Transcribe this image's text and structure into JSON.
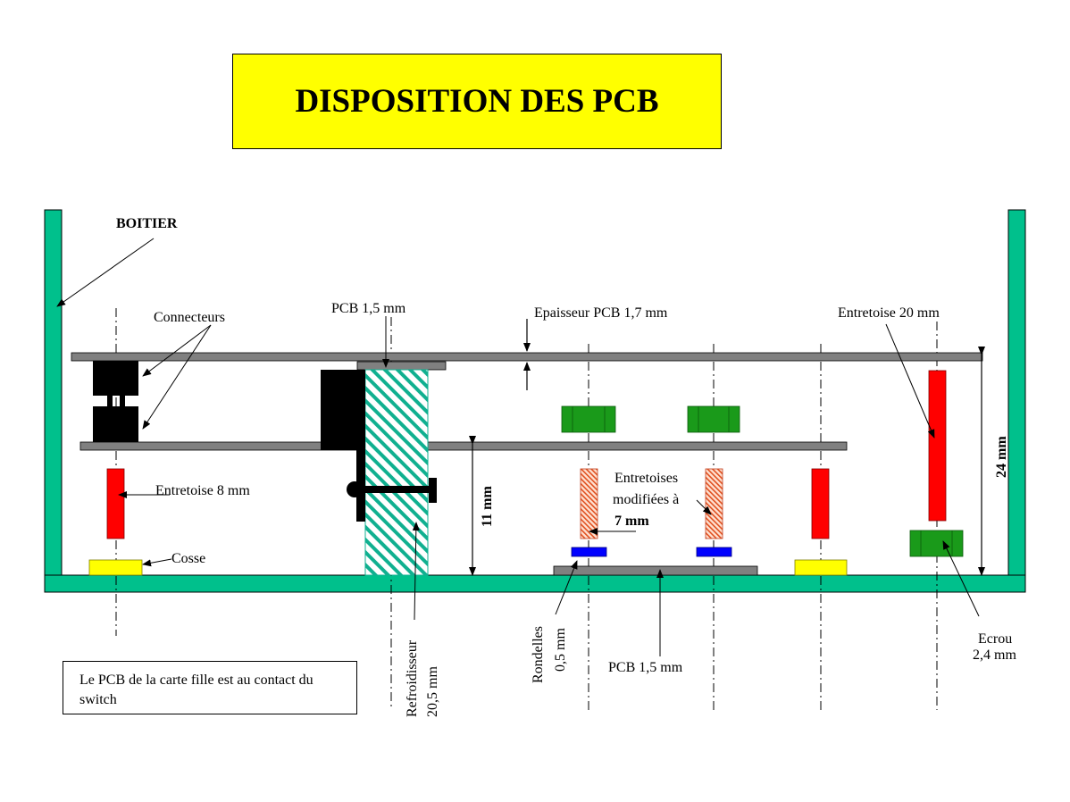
{
  "title": "DISPOSITION DES PCB",
  "note": "Le PCB de la carte fille est au contact du switch",
  "labels": {
    "boitier": "BOITIER",
    "connecteurs": "Connecteurs",
    "pcb_top": "PCB 1,5 mm",
    "epaisseur": "Epaisseur PCB 1,7 mm",
    "entretoise20": "Entretoise 20 mm",
    "entretoise8": "Entretoise 8 mm",
    "cosse": "Cosse",
    "entretoises_mod_1": "Entretoises",
    "entretoises_mod_2": "modifiées à",
    "entretoises_mod_3": "7 mm",
    "dim_11": "11 mm",
    "dim_24": "24 mm",
    "refroidisseur_1": "Refroidisseur",
    "refroidisseur_2": "20,5 mm",
    "rondelles_1": "Rondelles",
    "rondelles_2": "0,5 mm",
    "pcb_bottom": "PCB 1,5 mm",
    "ecrou_1": "Ecrou",
    "ecrou_2": "2,4 mm"
  },
  "colors": {
    "case": "#00c08c",
    "pcb": "#808080",
    "connector": "#000000",
    "standoff": "#ff0000",
    "modified_standoff": "#ff6633",
    "washer": "#0000ff",
    "nut": "#1a9a1a",
    "lug": "#ffff00",
    "heatsink": "#10b090",
    "title_bg": "#ffff00"
  }
}
